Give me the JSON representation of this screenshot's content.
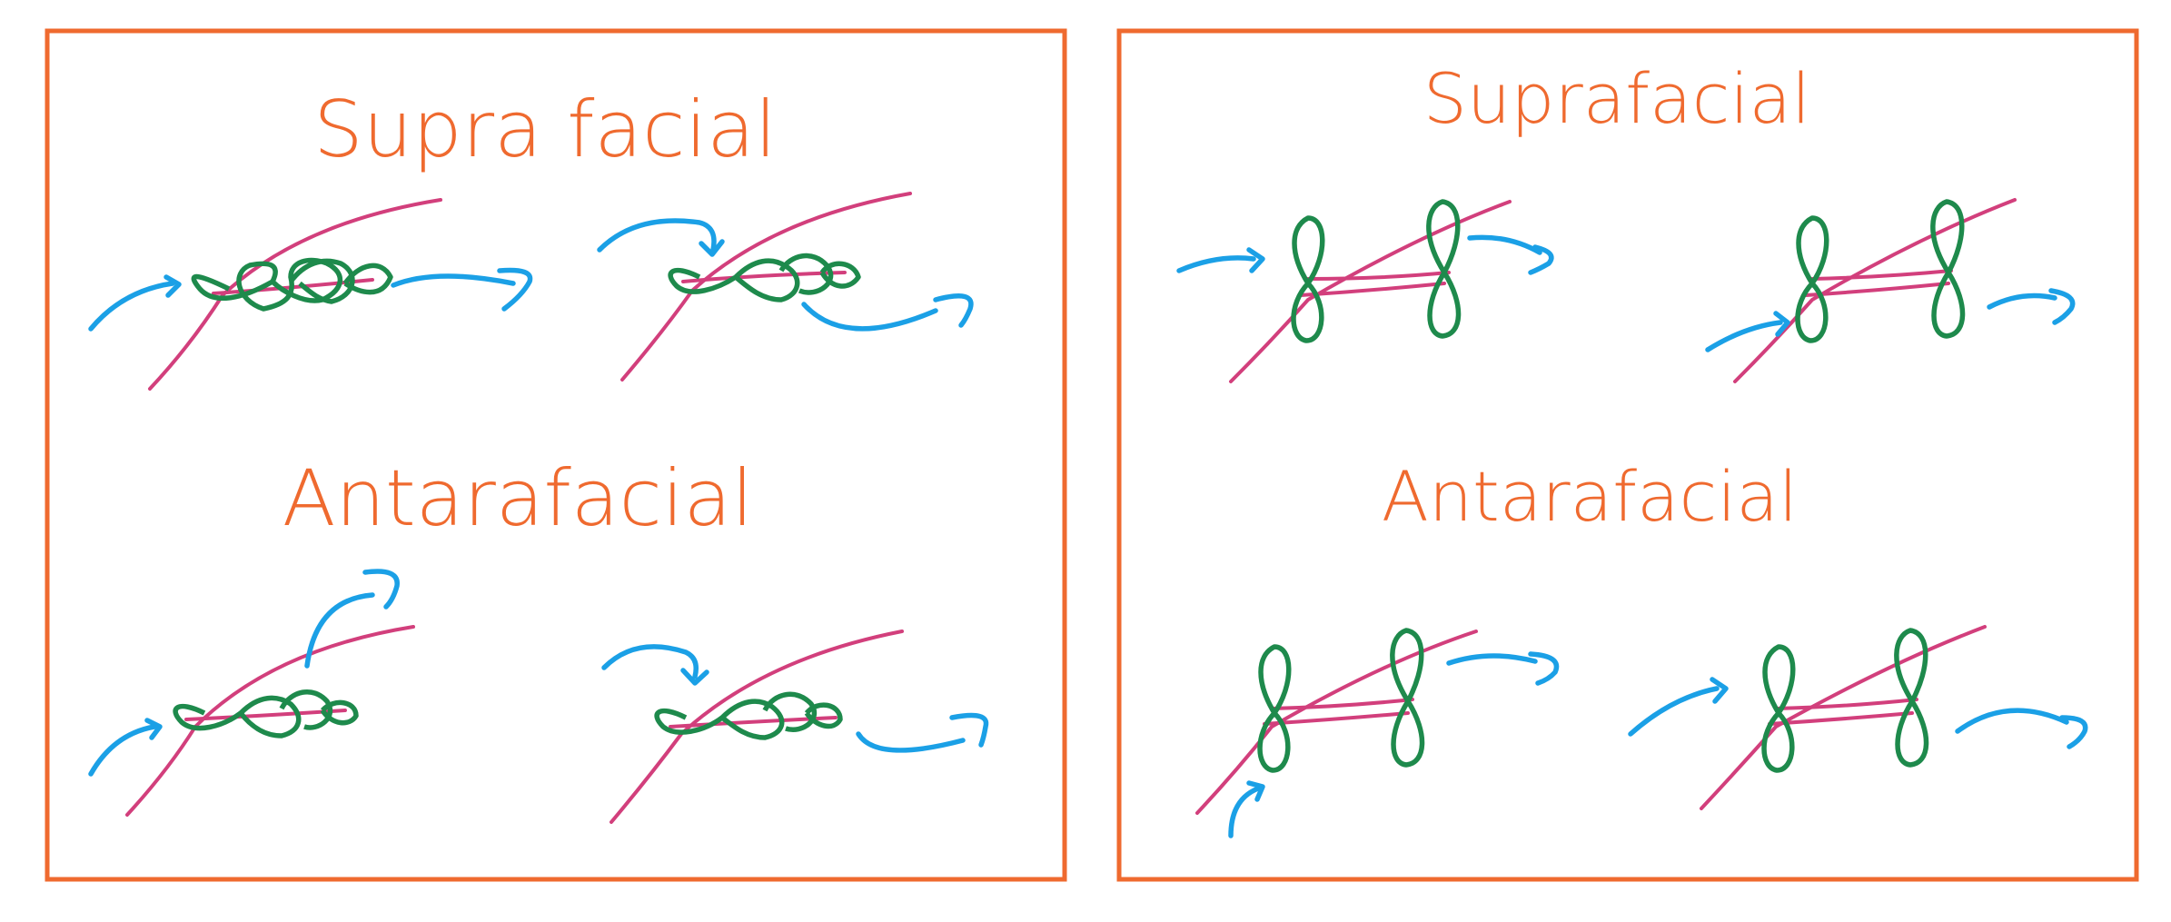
{
  "left_panel": {
    "top_label": "Supra facial",
    "bottom_label": "Antarafacial"
  },
  "right_panel": {
    "top_label": "Suprafacial",
    "bottom_label": "Antarafacial"
  },
  "colors": {
    "frame": "#ef6a2f",
    "label": "#ef6a2f",
    "bond": "#d23f7c",
    "orbital": "#1e8a4c",
    "arrow": "#1ba0e6"
  }
}
